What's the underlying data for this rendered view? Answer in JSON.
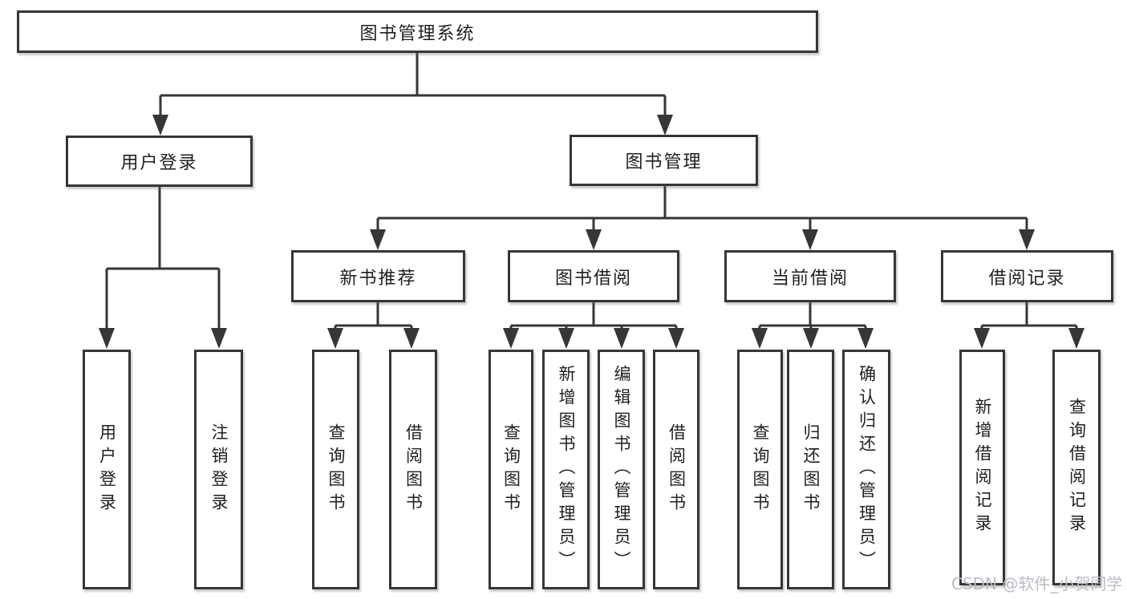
{
  "diagram": {
    "root": {
      "label": "图书管理系统"
    },
    "level2": [
      {
        "label": "用户登录"
      },
      {
        "label": "图书管理"
      }
    ],
    "level3": [
      {
        "label": "新书推荐"
      },
      {
        "label": "图书借阅"
      },
      {
        "label": "当前借阅"
      },
      {
        "label": "借阅记录"
      }
    ],
    "leaves": {
      "user_login": [
        {
          "label": "用户登录"
        },
        {
          "label": "注销登录"
        }
      ],
      "new_book": [
        {
          "label": "查询图书"
        },
        {
          "label": "借阅图书"
        }
      ],
      "book_borrow": [
        {
          "label": "查询图书"
        },
        {
          "label": "新增图书（管理员）"
        },
        {
          "label": "编辑图书（管理员）"
        },
        {
          "label": "借阅图书"
        }
      ],
      "current_borrow": [
        {
          "label": "查询图书"
        },
        {
          "label": "归还图书"
        },
        {
          "label": "确认归还（管理员）"
        }
      ],
      "borrow_record": [
        {
          "label": "新增借阅记录"
        },
        {
          "label": "查询借阅记录"
        }
      ]
    },
    "watermark": "CSDN @软件_小贺同学",
    "colors": {
      "line": "#363636",
      "text": "#1f1f1f",
      "watermark": "#b9bdc4",
      "background": "#ffffff"
    }
  }
}
